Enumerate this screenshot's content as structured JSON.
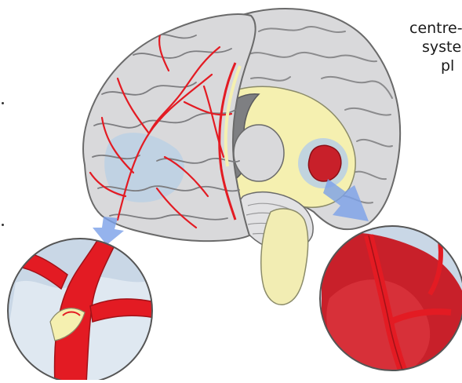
{
  "side_text": {
    "line1": "centre-",
    "line2": "syste",
    "line3": "pl"
  },
  "colors": {
    "artery_red": "#e31b23",
    "brain_grey": "#d9d9db",
    "brain_outline": "#6a6a6a",
    "deep_yellow": "#f5f0b0",
    "ventricle_dark": "#7e7f82",
    "ischemic_blue": "#b7cfe6",
    "arrow_blue": "#7aa0e8",
    "circle_bg": "#c9d7e6",
    "hemorrhage_red": "#c8202a"
  },
  "icons": [
    "blood-clot-icon",
    "hemorrhage-icon",
    "arrow-down-icon"
  ]
}
